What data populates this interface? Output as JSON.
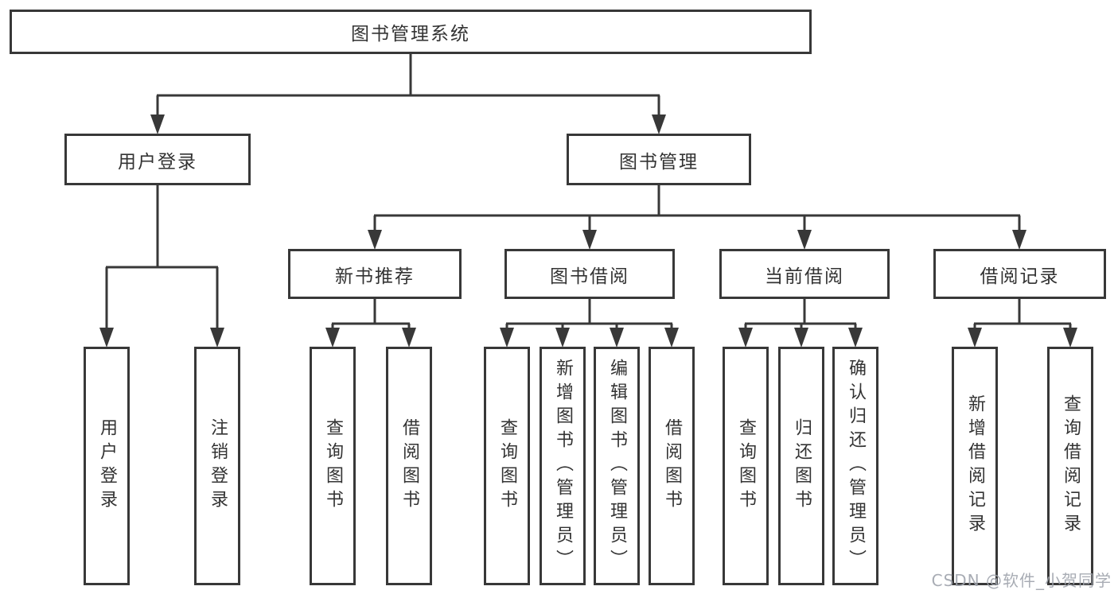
{
  "watermark": {
    "text": "CSDN @软件_小贺同学"
  },
  "colors": {
    "line": "#383838",
    "box_border": "#383838",
    "text": "#333333",
    "watermark": "#9ea3ac",
    "background": "#ffffff"
  },
  "tree": {
    "root": {
      "label": "图书管理系统"
    },
    "level2": [
      {
        "label": "用户登录"
      },
      {
        "label": "图书管理"
      }
    ],
    "level3": [
      {
        "label": "新书推荐",
        "parent": "图书管理"
      },
      {
        "label": "图书借阅",
        "parent": "图书管理"
      },
      {
        "label": "当前借阅",
        "parent": "图书管理"
      },
      {
        "label": "借阅记录",
        "parent": "图书管理"
      }
    ],
    "leaves": [
      {
        "label": "用户登录",
        "parent": "用户登录"
      },
      {
        "label": "注销登录",
        "parent": "用户登录"
      },
      {
        "label": "查询图书",
        "parent": "新书推荐"
      },
      {
        "label": "借阅图书",
        "parent": "新书推荐"
      },
      {
        "label": "查询图书",
        "parent": "图书借阅"
      },
      {
        "label": "新增图书（管理员）",
        "parent": "图书借阅"
      },
      {
        "label": "编辑图书（管理员）",
        "parent": "图书借阅"
      },
      {
        "label": "借阅图书",
        "parent": "图书借阅"
      },
      {
        "label": "查询图书",
        "parent": "当前借阅"
      },
      {
        "label": "归还图书",
        "parent": "当前借阅"
      },
      {
        "label": "确认归还（管理员）",
        "parent": "当前借阅"
      },
      {
        "label": "新增借阅记录",
        "parent": "借阅记录"
      },
      {
        "label": "查询借阅记录",
        "parent": "借阅记录"
      }
    ]
  }
}
